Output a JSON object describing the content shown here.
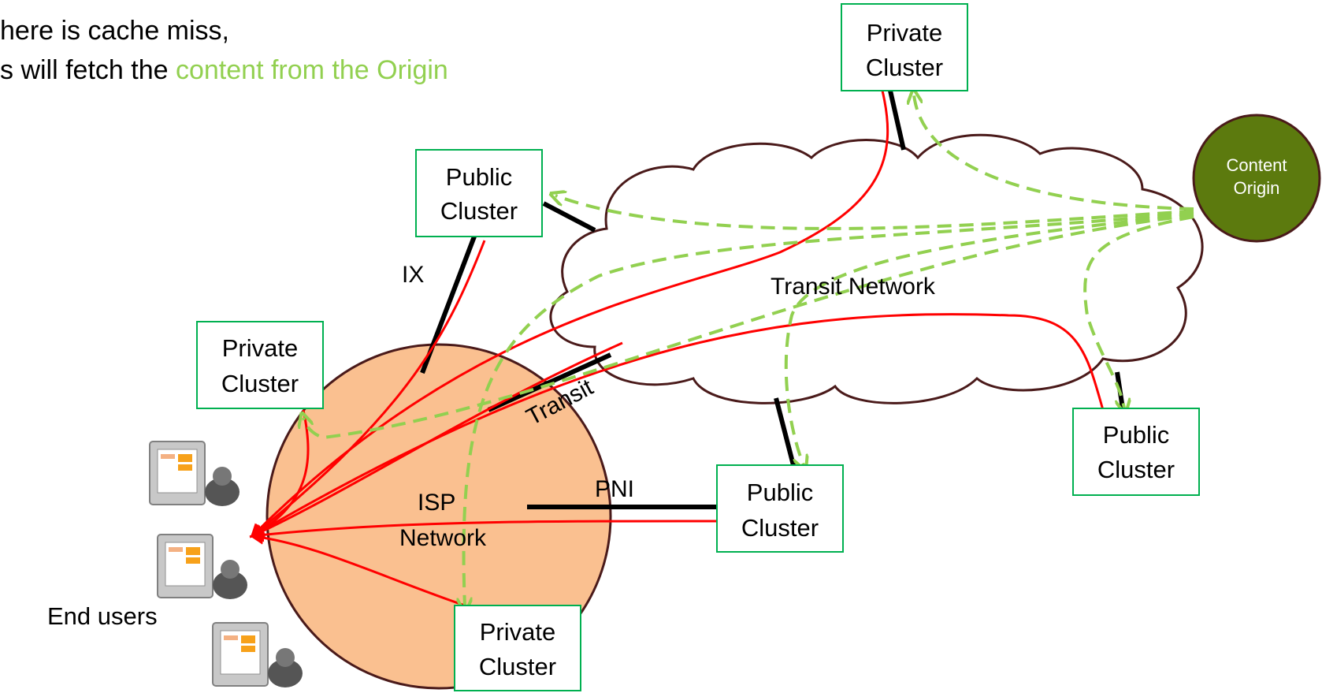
{
  "intro": {
    "line1": "here is cache miss,",
    "line2_prefix": "s will fetch the ",
    "line2_highlight": "content from the Origin"
  },
  "network": {
    "cloud_label": "Transit Network",
    "isp_label_line1": "ISP",
    "isp_label_line2": "Network",
    "origin_label_line1": "Content",
    "origin_label_line2": "Origin",
    "end_users_label": "End users"
  },
  "links": {
    "ix": "IX",
    "transit": "Transit",
    "pni": "PNI"
  },
  "clusters": {
    "private_top": [
      "Private",
      "Cluster"
    ],
    "public_upper": [
      "Public",
      "Cluster"
    ],
    "private_left": [
      "Private",
      "Cluster"
    ],
    "public_pni": [
      "Public",
      "Cluster"
    ],
    "public_right": [
      "Public",
      "Cluster"
    ],
    "private_bottom": [
      "Private",
      "Cluster"
    ]
  },
  "colors": {
    "highlight_text": "#92d050",
    "red_flow": "#ff0000",
    "green_flow": "#92d050",
    "cluster_border": "#00b050",
    "isp_fill": "#fac090",
    "origin_fill": "#5c7a0e",
    "cloud_outline": "#4a1a1a"
  }
}
